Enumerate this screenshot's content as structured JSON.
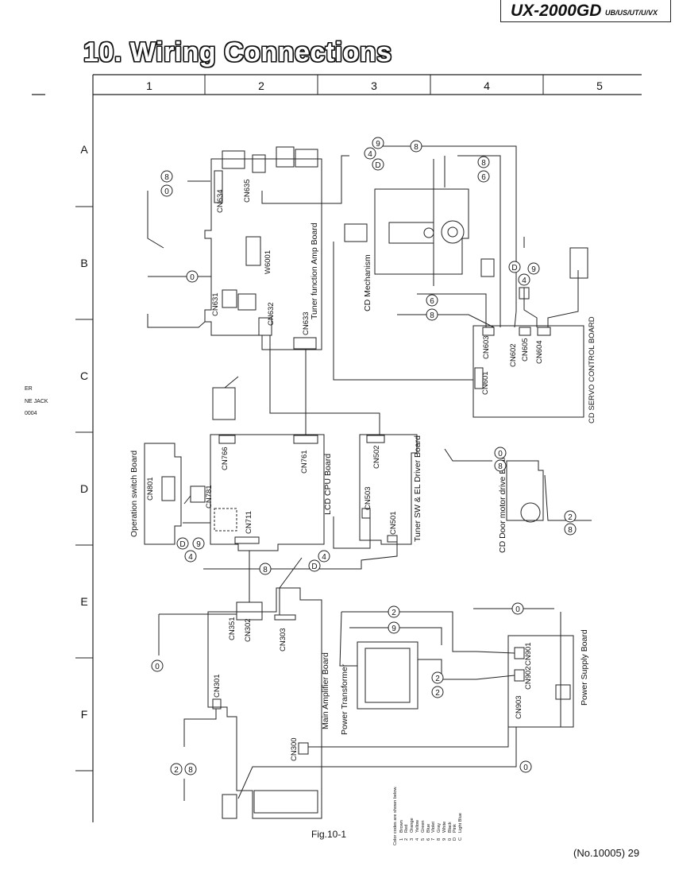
{
  "header": {
    "model": "UX-2000GD",
    "model_suffix": "UB/US/UT/U/VX"
  },
  "title": "10. Wiring Connections",
  "grid": {
    "columns": [
      "1",
      "2",
      "3",
      "4",
      "5"
    ],
    "rows": [
      "A",
      "B",
      "C",
      "D",
      "E",
      "F"
    ]
  },
  "boards": {
    "tuner_amp": "Tuner function Amp Board",
    "cd_mechanism": "CD Mechanism",
    "cd_servo": "CD SERVO CONTROL BOARD",
    "lcd_cpu": "LCD CPU Board",
    "tuner_sw_el": "Tuner SW & EL Driver Board",
    "operation_switch": "Operation switch Board",
    "cd_door": "CD Door motor drive Board",
    "main_amp": "Main Amplifier Board",
    "power_transformer": "Power Transformer",
    "power_supply": "Power Supply Board"
  },
  "connectors": {
    "cn634": "CN634",
    "cn635": "CN635",
    "w6001": "W6001",
    "cn631": "CN631",
    "cn632": "CN632",
    "cn633": "CN633",
    "cn603": "CN603",
    "cn602": "CN602",
    "cn605": "CN605",
    "cn604": "CN604",
    "cn601": "CN601",
    "cn766": "CN766",
    "cn761": "CN761",
    "cn781": "CN781",
    "cn711": "CN711",
    "cn801": "CN801",
    "cn502": "CN502",
    "cn503": "CN503",
    "cn501": "CN501",
    "cn351": "CN351",
    "cn302": "CN302",
    "cn303": "CN303",
    "cn301": "CN301",
    "cn300": "CN300",
    "cn901": "CN901",
    "cn902": "CN902",
    "cn903": "CN903"
  },
  "wire_codes": {
    "a1": "4",
    "a2": "9",
    "a3": "D",
    "a4": "8",
    "a5": "8",
    "a6": "0",
    "a7": "8",
    "a8": "6",
    "b1": "0",
    "b2": "D",
    "b3": "4",
    "b4": "9",
    "c1": "6",
    "c2": "8",
    "d1": "8",
    "d2": "0",
    "d3": "2",
    "d4": "8",
    "e1": "D",
    "e2": "4",
    "e3": "9",
    "e4": "8",
    "e5": "4",
    "e6": "D",
    "f1": "0",
    "f2": "9",
    "f3": "2",
    "f4": "2",
    "f5": "2",
    "g1": "0",
    "g2": "2",
    "g3": "8",
    "g4": "0"
  },
  "legend": {
    "heading": "Color codes are shown below.",
    "items": [
      {
        "code": "1",
        "color": "Brown"
      },
      {
        "code": "2",
        "color": "Red"
      },
      {
        "code": "3",
        "color": "Orange"
      },
      {
        "code": "4",
        "color": "Yellow"
      },
      {
        "code": "5",
        "color": "Green"
      },
      {
        "code": "6",
        "color": "Blue"
      },
      {
        "code": "7",
        "color": "Violet"
      },
      {
        "code": "8",
        "color": "Gray"
      },
      {
        "code": "9",
        "color": "White"
      },
      {
        "code": "0",
        "color": "Black"
      },
      {
        "code": "D",
        "color": "Pink"
      },
      {
        "code": "C",
        "color": "Light Blue"
      }
    ]
  },
  "side_fragments": [
    "ER",
    "NE JACK",
    "0004"
  ],
  "figure_label": "Fig.10-1",
  "page_number": "(No.10005) 29"
}
